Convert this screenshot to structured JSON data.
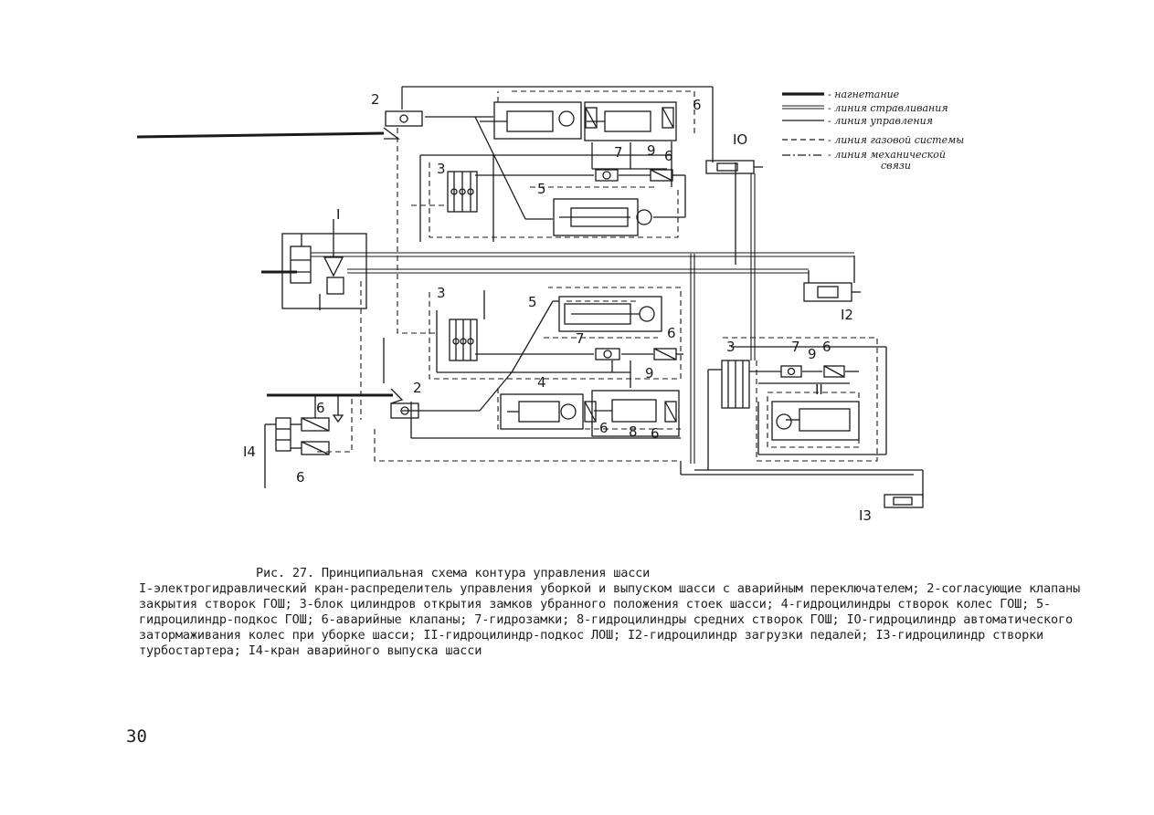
{
  "legend": [
    {
      "style": "heavy",
      "label": "- нагнетание"
    },
    {
      "style": "double",
      "label": "- линия стравливания"
    },
    {
      "style": "thin",
      "label": "- линия управления"
    },
    {
      "style": "dashed",
      "label": "- линия газовой системы"
    },
    {
      "style": "dashdot",
      "label": "- линия механической"
    },
    {
      "style": "none",
      "label": "связи"
    }
  ],
  "labels": {
    "n1": "I",
    "n2a": "2",
    "n2b": "2",
    "n3a": "3",
    "n3b": "3",
    "n3c": "3",
    "n4": "4",
    "n5a": "5",
    "n5b": "5",
    "n6a": "6",
    "n6b": "6",
    "n6c": "6",
    "n6d": "6",
    "n6e": "6",
    "n6f": "6",
    "n6g": "6",
    "n6h": "6",
    "n7a": "7",
    "n7b": "7",
    "n7c": "7",
    "n8": "8",
    "n9a": "9",
    "n9b": "9",
    "n9c": "9",
    "n10": "IO",
    "n11": "II",
    "n12": "I2",
    "n13": "I3",
    "n14": "I4"
  },
  "caption": {
    "title": "Рис. 27. Принципиальная схема контура управления шасси",
    "body": "I-электрогидравлический кран-распределитель управления уборкой и выпуском шасси с аварийным переключателем; 2-согласующие клапаны закрытия створок ГОШ; 3-блок цилиндров открытия замков убранного положения стоек шасси; 4-гидроцилиндры створок колес ГОШ; 5-гидроцилиндр-подкос ГОШ; 6-аварийные клапаны; 7-гидрозамки; 8-гидроцилиндры средних створок ГОШ; IO-гидроцилиндр автоматического затормаживания колес при уборке шасси; II-гидроцилиндр-подкос ЛОШ; I2-гидроцилиндр загрузки педалей; I3-гидроцилиндр створки турбостартера; I4-кран аварийного выпуска шасси"
  },
  "page_number": "30"
}
